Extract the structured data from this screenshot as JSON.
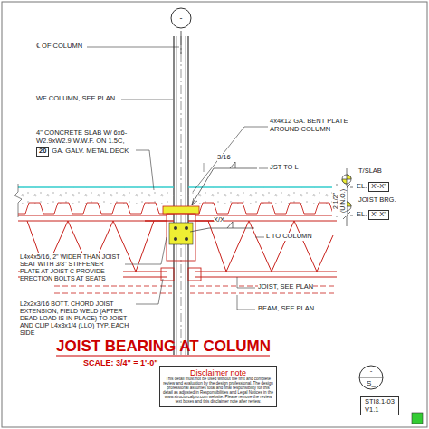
{
  "diagram": {
    "title": "JOIST BEARING AT COLUMN",
    "nodes": [
      {
        "text": [
          "-"
        ]
      },
      {
        "text": [
          "20"
        ]
      },
      {
        "text": [
          "X'-X\""
        ]
      },
      {
        "text": [
          "X'-X\""
        ]
      },
      {
        "text": [
          "-",
          "S_"
        ]
      },
      {
        "text": [
          "Disclaimer note",
          "This detail must not be used without the first and complete review and evaluation by the design professional. The design professional assumes total and final responsibility for this detail as adjusted in Responsibilities and Legal Notices in the www.structurcalpro.com website. Please remove the review text boxes and this disclaimer note after review."
        ]
      },
      {
        "text": [
          "STI8.1-03",
          "V1.1"
        ]
      }
    ],
    "labels": [
      "℄ OF COLUMN",
      "WF COLUMN, SEE PLAN",
      "4\" CONCRETE SLAB W/ 6x6-W2.9xW2.9 W.W.F. ON 1.5C,",
      "GA. GALV. METAL DECK",
      "4x4x12 GA. BENT PLATE AROUND COLUMN",
      "3/16",
      "JST TO L",
      "T/SLAB",
      "EL.",
      "JOIST BRG.",
      "EL.",
      "2 1/2\" (U.N.O.)",
      "X/X",
      "L TO COLUMN",
      "L4x4x5/16, 2\" WIDER THAN JOIST SEAT WITH 3/8\" STIFFENER PLATE AT JOIST C PROVIDE ERECTION BOLTS AT SEATS",
      "L2x2x3/16 BOTT. CHORD JOIST EXTENSION, FIELD WELD (AFTER DEAD LOAD IS IN PLACE) TO JOIST AND CLIP L4x3x1/4 (LLO) TYP. EACH SIDE",
      "JOIST, SEE PLAN",
      "BEAM, SEE PLAN",
      "SCALE: 3/4\" = 1'-0\""
    ]
  }
}
